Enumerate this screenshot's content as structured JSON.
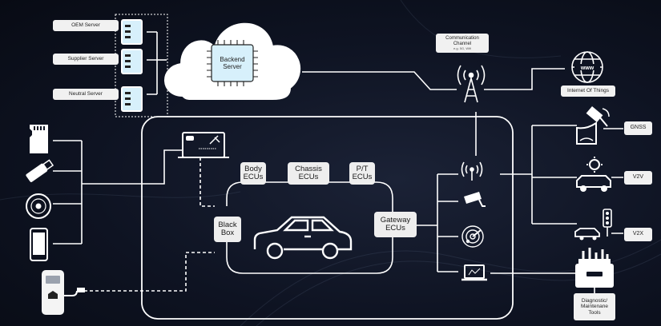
{
  "servers": {
    "oem": "OEM Server",
    "supplier": "Supplier Server",
    "neutral": "Neutral Server"
  },
  "cloud": {
    "line1": "Backend",
    "line2": "Server"
  },
  "communication": {
    "line1": "Communication",
    "line2": "Channel",
    "sub": "e.g. 5G, Wifi"
  },
  "iot": "Internet Of Things",
  "ecus": {
    "body_line1": "Body",
    "body_line2": "ECUs",
    "chassis_line1": "Chassis",
    "chassis_line2": "ECUs",
    "pt_line1": "P/T",
    "pt_line2": "ECUs",
    "gateway_line1": "Gateway",
    "gateway_line2": "ECUs",
    "blackbox_line1": "Black",
    "blackbox_line2": "Box"
  },
  "right_labels": {
    "gnss": "GNSS",
    "v2v": "V2V",
    "v2x": "V2X"
  },
  "diagnostic": {
    "line1": "Diagnostic/",
    "line2": "Maintenane",
    "line3": "Tools"
  },
  "icons": [
    "sd-card-icon",
    "usb-stick-icon",
    "cd-disc-icon",
    "smartphone-icon",
    "ev-charger-icon",
    "infotainment-screen-icon",
    "server-rack-icon",
    "cloud-icon",
    "chip-icon",
    "antenna-tower-icon",
    "globe-icon",
    "wireless-antenna-icon",
    "camera-icon",
    "radar-icon",
    "laptop-icon",
    "satellite-icon",
    "car-icon",
    "traffic-light-icon",
    "toolbox-icon"
  ],
  "colors": {
    "background": "#0e1322",
    "line": "#ffffff",
    "label_bg": "#f1f1f1",
    "chip_bg": "#d7f0fb"
  }
}
